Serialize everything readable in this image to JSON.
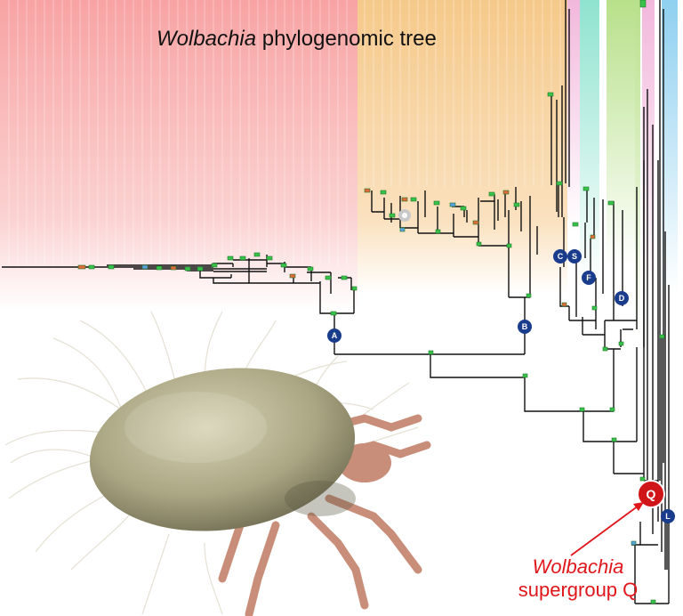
{
  "title": {
    "italic": "Wolbachia",
    "rest": "phylogenomic tree"
  },
  "callout": {
    "line1": "Wolbachia",
    "line2": "supergroup Q"
  },
  "supergroup_labels": [
    "A",
    "B",
    "C",
    "S",
    "F",
    "D",
    "Q",
    "L"
  ],
  "colors": {
    "band_A": "#f8a3a3",
    "band_B": "#f5c98a",
    "band_teal": "#8fe3cf",
    "band_pink": "#f2b8dc",
    "band_green": "#b8e08a",
    "band_blue": "#8fd0f0",
    "node_label": "#1a3c8c",
    "highlight": "#e0161b",
    "branch": "#111111",
    "node": "#39c24a",
    "mite_body": "#b5b08e",
    "mite_legs": "#c98e7a"
  },
  "illustration": "mite-image"
}
